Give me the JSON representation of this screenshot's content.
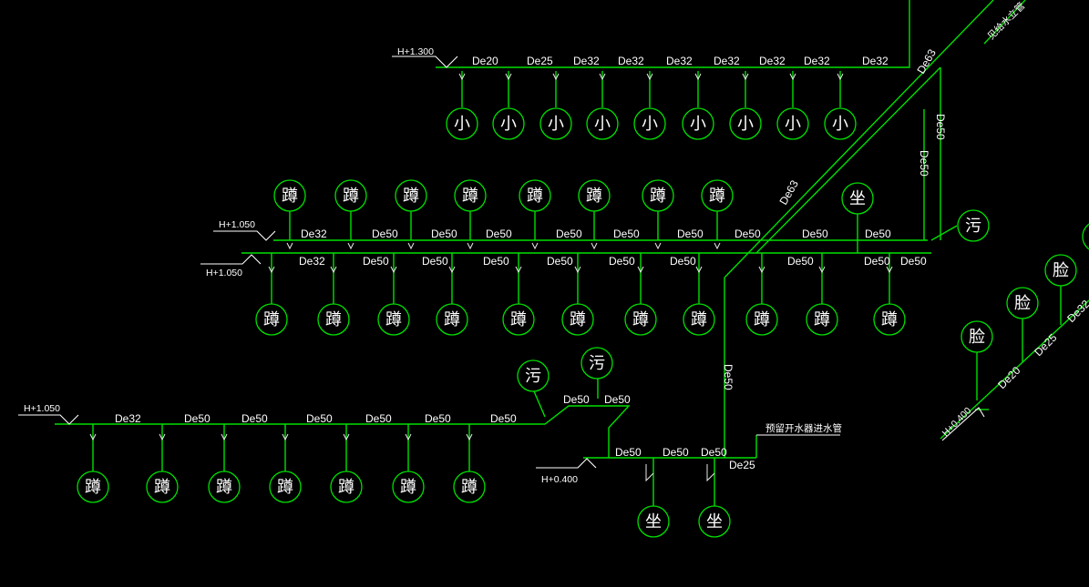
{
  "labels": {
    "de20": "De20",
    "de25": "De25",
    "de32": "De32",
    "de50": "De50",
    "de63": "De63"
  },
  "elevations": {
    "top": "H+1.300",
    "mid_upper": "H+1.050",
    "mid_lower": "H+1.050",
    "left": "H+1.050",
    "bottom": "H+0.400",
    "right": "H+0.400"
  },
  "fixtures": {
    "urinal": "小",
    "squat": "蹲",
    "sitting": "坐",
    "mop": "污",
    "basin": "脸"
  },
  "notes": {
    "reserved_heater": "预留开水器进水管",
    "top_right": "见给水立管"
  },
  "colors": {
    "background": "#000000",
    "pipe": "#00e000",
    "text": "#ffffff"
  }
}
